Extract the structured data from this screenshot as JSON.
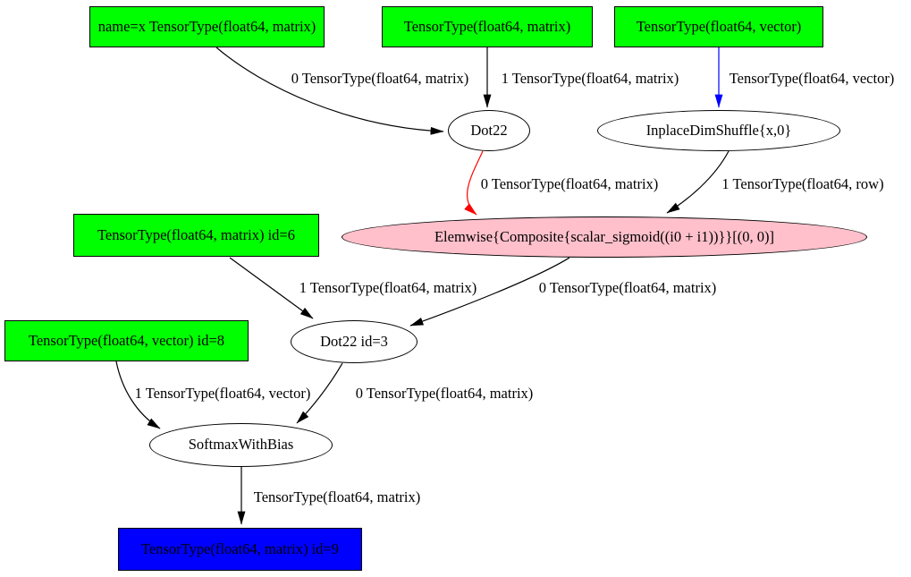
{
  "graph": {
    "nodes": [
      {
        "id": "input-x",
        "label": "name=x TensorType(float64, matrix)",
        "shape": "box",
        "fill": "#00ff00"
      },
      {
        "id": "input-matrix",
        "label": "TensorType(float64, matrix)",
        "shape": "box",
        "fill": "#00ff00"
      },
      {
        "id": "input-vector",
        "label": "TensorType(float64, vector)",
        "shape": "box",
        "fill": "#00ff00"
      },
      {
        "id": "dot22",
        "label": "Dot22",
        "shape": "ellipse",
        "fill": "#ffffff"
      },
      {
        "id": "dimshuffle",
        "label": "InplaceDimShuffle{x,0}",
        "shape": "ellipse",
        "fill": "#ffffff"
      },
      {
        "id": "elemwise",
        "label": "Elemwise{Composite{scalar_sigmoid((i0 + i1))}}[(0, 0)]",
        "shape": "ellipse",
        "fill": "#ffc0cb"
      },
      {
        "id": "input-id6",
        "label": "TensorType(float64, matrix) id=6",
        "shape": "box",
        "fill": "#00ff00"
      },
      {
        "id": "dot22-id3",
        "label": "Dot22 id=3",
        "shape": "ellipse",
        "fill": "#ffffff"
      },
      {
        "id": "input-id8",
        "label": "TensorType(float64, vector) id=8",
        "shape": "box",
        "fill": "#00ff00"
      },
      {
        "id": "softmax",
        "label": "SoftmaxWithBias",
        "shape": "ellipse",
        "fill": "#ffffff"
      },
      {
        "id": "output-id9",
        "label": "TensorType(float64, matrix) id=9",
        "shape": "box",
        "fill": "#0000ff"
      }
    ],
    "edges": [
      {
        "from": "input-x",
        "to": "dot22",
        "label": "0 TensorType(float64, matrix)",
        "color": "#000000"
      },
      {
        "from": "input-matrix",
        "to": "dot22",
        "label": "1 TensorType(float64, matrix)",
        "color": "#000000"
      },
      {
        "from": "input-vector",
        "to": "dimshuffle",
        "label": "TensorType(float64, vector)",
        "color": "#0000ff"
      },
      {
        "from": "dot22",
        "to": "elemwise",
        "label": "0 TensorType(float64, matrix)",
        "color": "#ff0000"
      },
      {
        "from": "dimshuffle",
        "to": "elemwise",
        "label": "1 TensorType(float64, row)",
        "color": "#000000"
      },
      {
        "from": "input-id6",
        "to": "dot22-id3",
        "label": "1 TensorType(float64, matrix)",
        "color": "#000000"
      },
      {
        "from": "elemwise",
        "to": "dot22-id3",
        "label": "0 TensorType(float64, matrix)",
        "color": "#000000"
      },
      {
        "from": "input-id8",
        "to": "softmax",
        "label": "1 TensorType(float64, vector)",
        "color": "#000000"
      },
      {
        "from": "dot22-id3",
        "to": "softmax",
        "label": "0 TensorType(float64, matrix)",
        "color": "#000000"
      },
      {
        "from": "softmax",
        "to": "output-id9",
        "label": "TensorType(float64, matrix)",
        "color": "#000000"
      }
    ],
    "colors": {
      "input_fill": "#00ff00",
      "output_fill": "#0000ff",
      "elemwise_fill": "#ffc0cb",
      "op_fill": "#ffffff",
      "edge_default": "#000000",
      "edge_red": "#ff0000",
      "edge_blue": "#0000ff"
    }
  }
}
